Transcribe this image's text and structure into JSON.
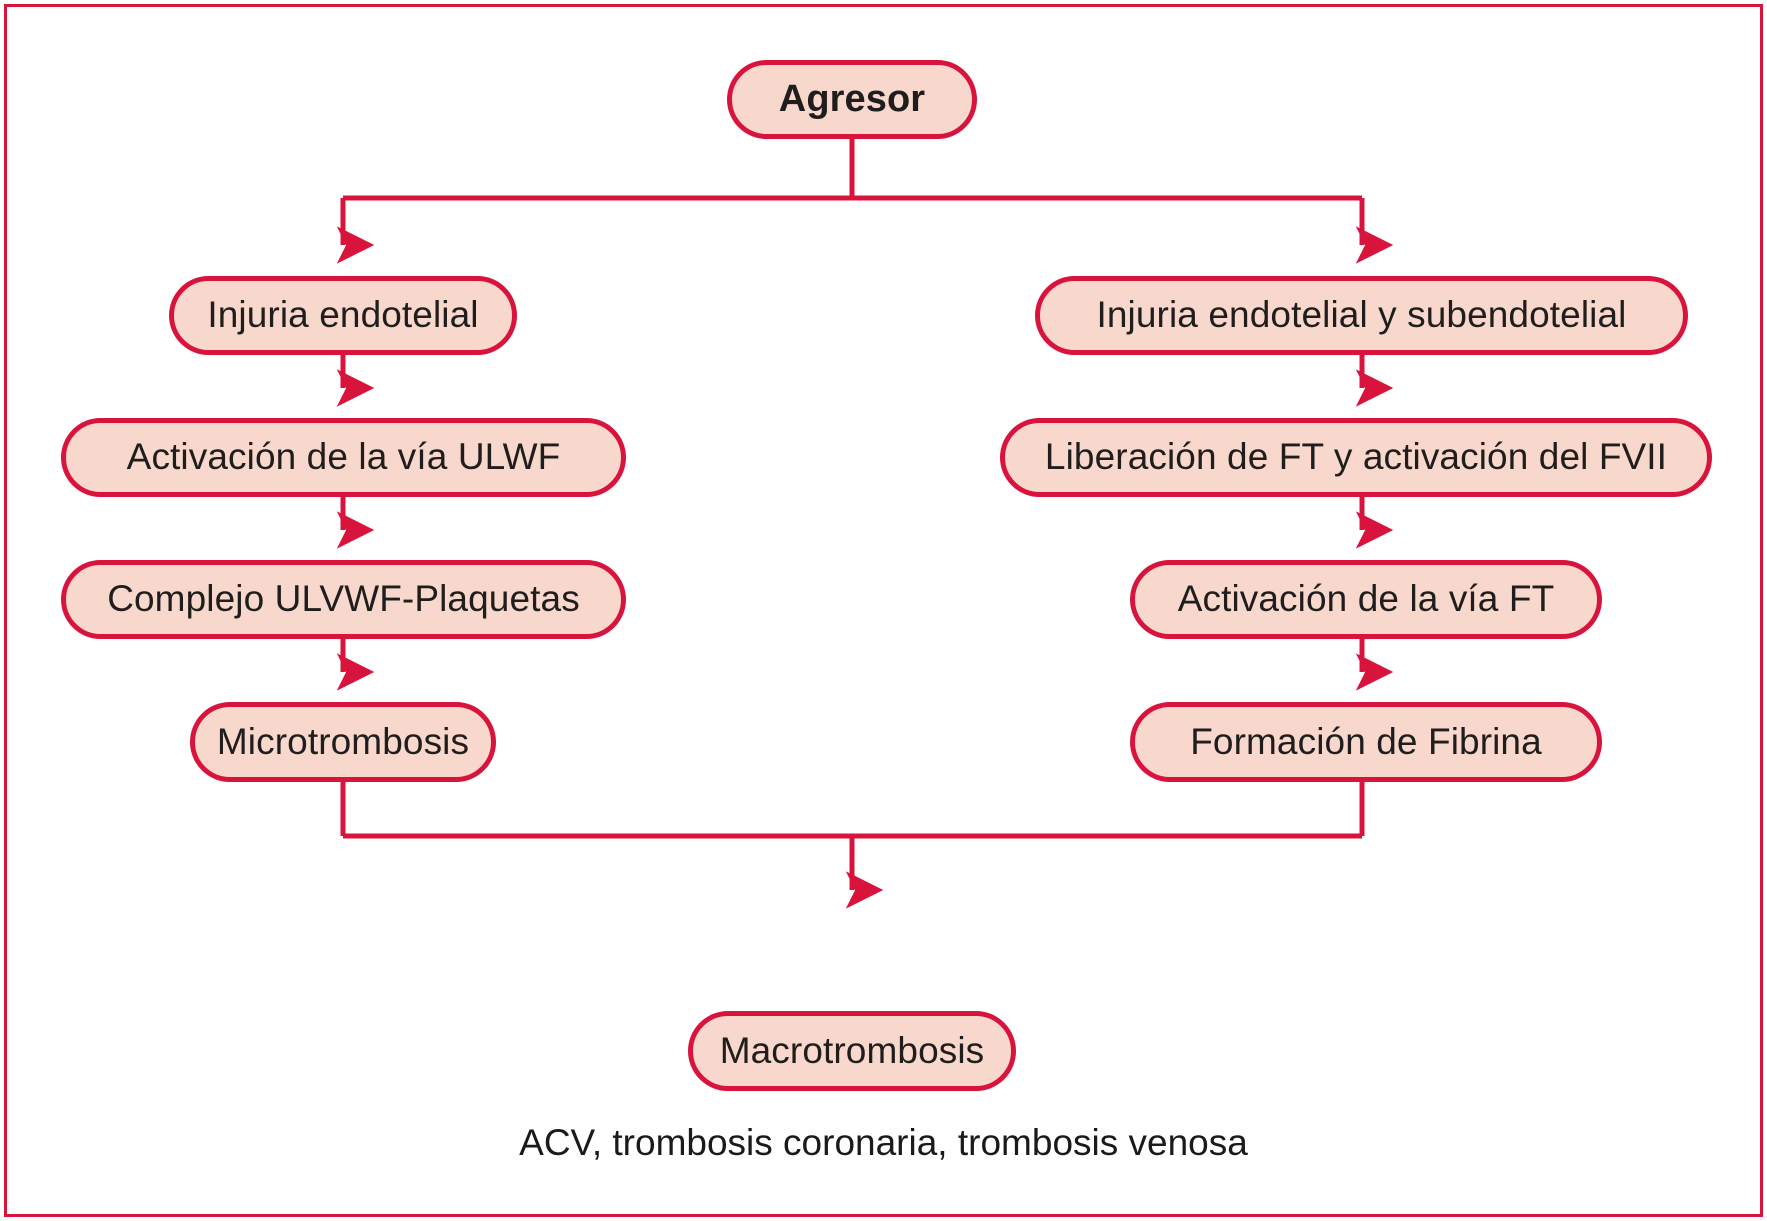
{
  "figure": {
    "title": "Agresor",
    "border_color": "#D9143C",
    "node_fill": "#F8D8CD",
    "node_border": "#D9143C",
    "text_color": "#201d1d"
  },
  "nodes": {
    "root": {
      "label": "Agresor"
    },
    "left": [
      {
        "label": "Injuria endotelial"
      },
      {
        "label": "Activación de la vía ULWF"
      },
      {
        "label": "Complejo ULVWF-Plaquetas"
      },
      {
        "label": "Microtrombosis"
      }
    ],
    "right": [
      {
        "label": "Injuria endotelial y subendotelial"
      },
      {
        "label": "Liberación de FT y activación del FVII"
      },
      {
        "label": "Activación de la vía FT"
      },
      {
        "label": "Formación de Fibrina"
      }
    ],
    "sink": {
      "label": "Macrotrombosis"
    }
  },
  "caption": "ACV, trombosis coronaria, trombosis venosa",
  "chart_data": {
    "type": "diagram",
    "title": "Agresor",
    "flow": [
      {
        "from": "Agresor",
        "to": "Injuria endotelial"
      },
      {
        "from": "Agresor",
        "to": "Injuria endotelial y subendotelial"
      },
      {
        "from": "Injuria endotelial",
        "to": "Activación de la vía ULWF"
      },
      {
        "from": "Activación de la vía ULWF",
        "to": "Complejo ULVWF-Plaquetas"
      },
      {
        "from": "Complejo ULVWF-Plaquetas",
        "to": "Microtrombosis"
      },
      {
        "from": "Injuria endotelial y subendotelial",
        "to": "Liberación de FT y activación del FVII"
      },
      {
        "from": "Liberación de FT y activación del FVII",
        "to": "Activación de la vía FT"
      },
      {
        "from": "Activación de la vía FT",
        "to": "Formación de Fibrina"
      },
      {
        "from": "Microtrombosis",
        "to": "Macrotrombosis"
      },
      {
        "from": "Formación de Fibrina",
        "to": "Macrotrombosis"
      }
    ],
    "annotations": [
      "ACV, trombosis coronaria, trombosis venosa"
    ]
  }
}
